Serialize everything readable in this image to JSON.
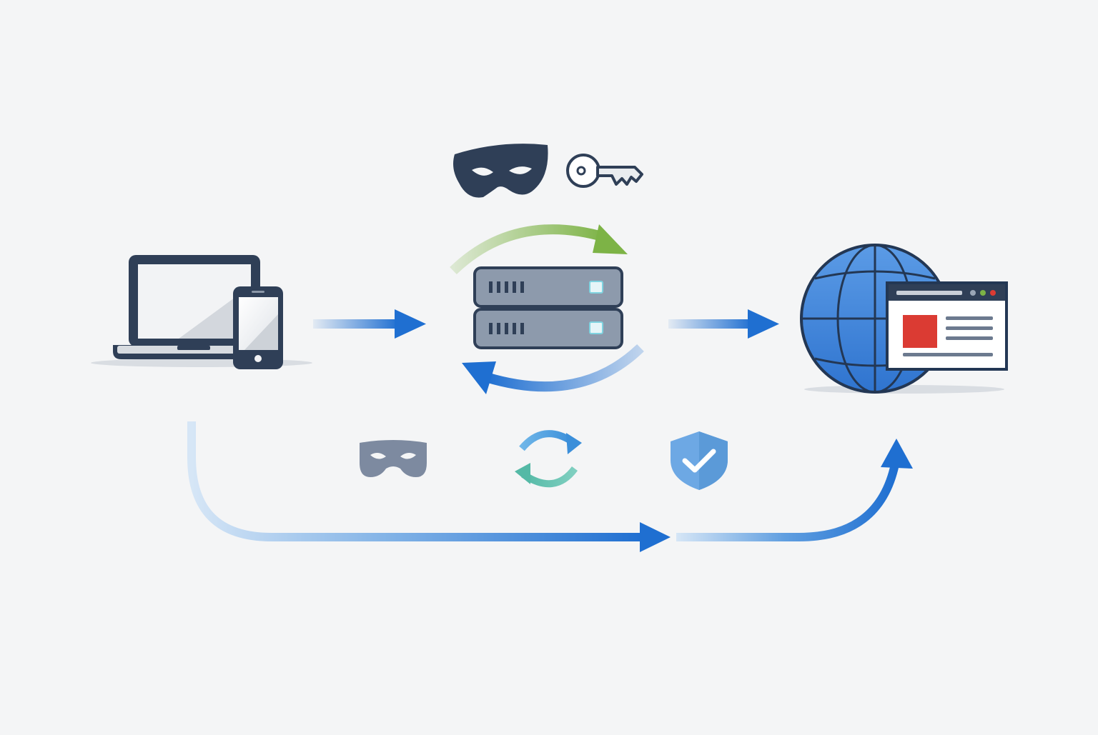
{
  "diagram": {
    "nodes": [
      {
        "id": "client-devices",
        "icons": [
          "laptop-icon",
          "smartphone-icon"
        ]
      },
      {
        "id": "proxy-server",
        "icons": [
          "server-rack-icon"
        ]
      },
      {
        "id": "internet-website",
        "icons": [
          "globe-icon",
          "browser-window-icon"
        ]
      }
    ],
    "edges": [
      {
        "from": "client-devices",
        "to": "proxy-server",
        "style": "gradient-arrow"
      },
      {
        "from": "proxy-server",
        "to": "internet-website",
        "style": "gradient-arrow"
      },
      {
        "from": "client-devices",
        "to": "internet-website",
        "style": "curved-bottom-arrow"
      }
    ],
    "decorations": {
      "above_server": [
        "mask-icon",
        "key-icon"
      ],
      "around_server": [
        "cycle-arrow-green-icon",
        "cycle-arrow-blue-icon"
      ],
      "bottom_row": [
        "mask-icon",
        "refresh-icon",
        "shield-check-icon"
      ]
    },
    "colors": {
      "background": "#f4f5f6",
      "outline": "#2f3f57",
      "primary_blue": "#1f6fd1",
      "light_blue": "#bcd6f2",
      "green": "#7db346",
      "teal": "#54b9a6",
      "red": "#db3b33",
      "server_gray": "#8d9aac"
    }
  }
}
